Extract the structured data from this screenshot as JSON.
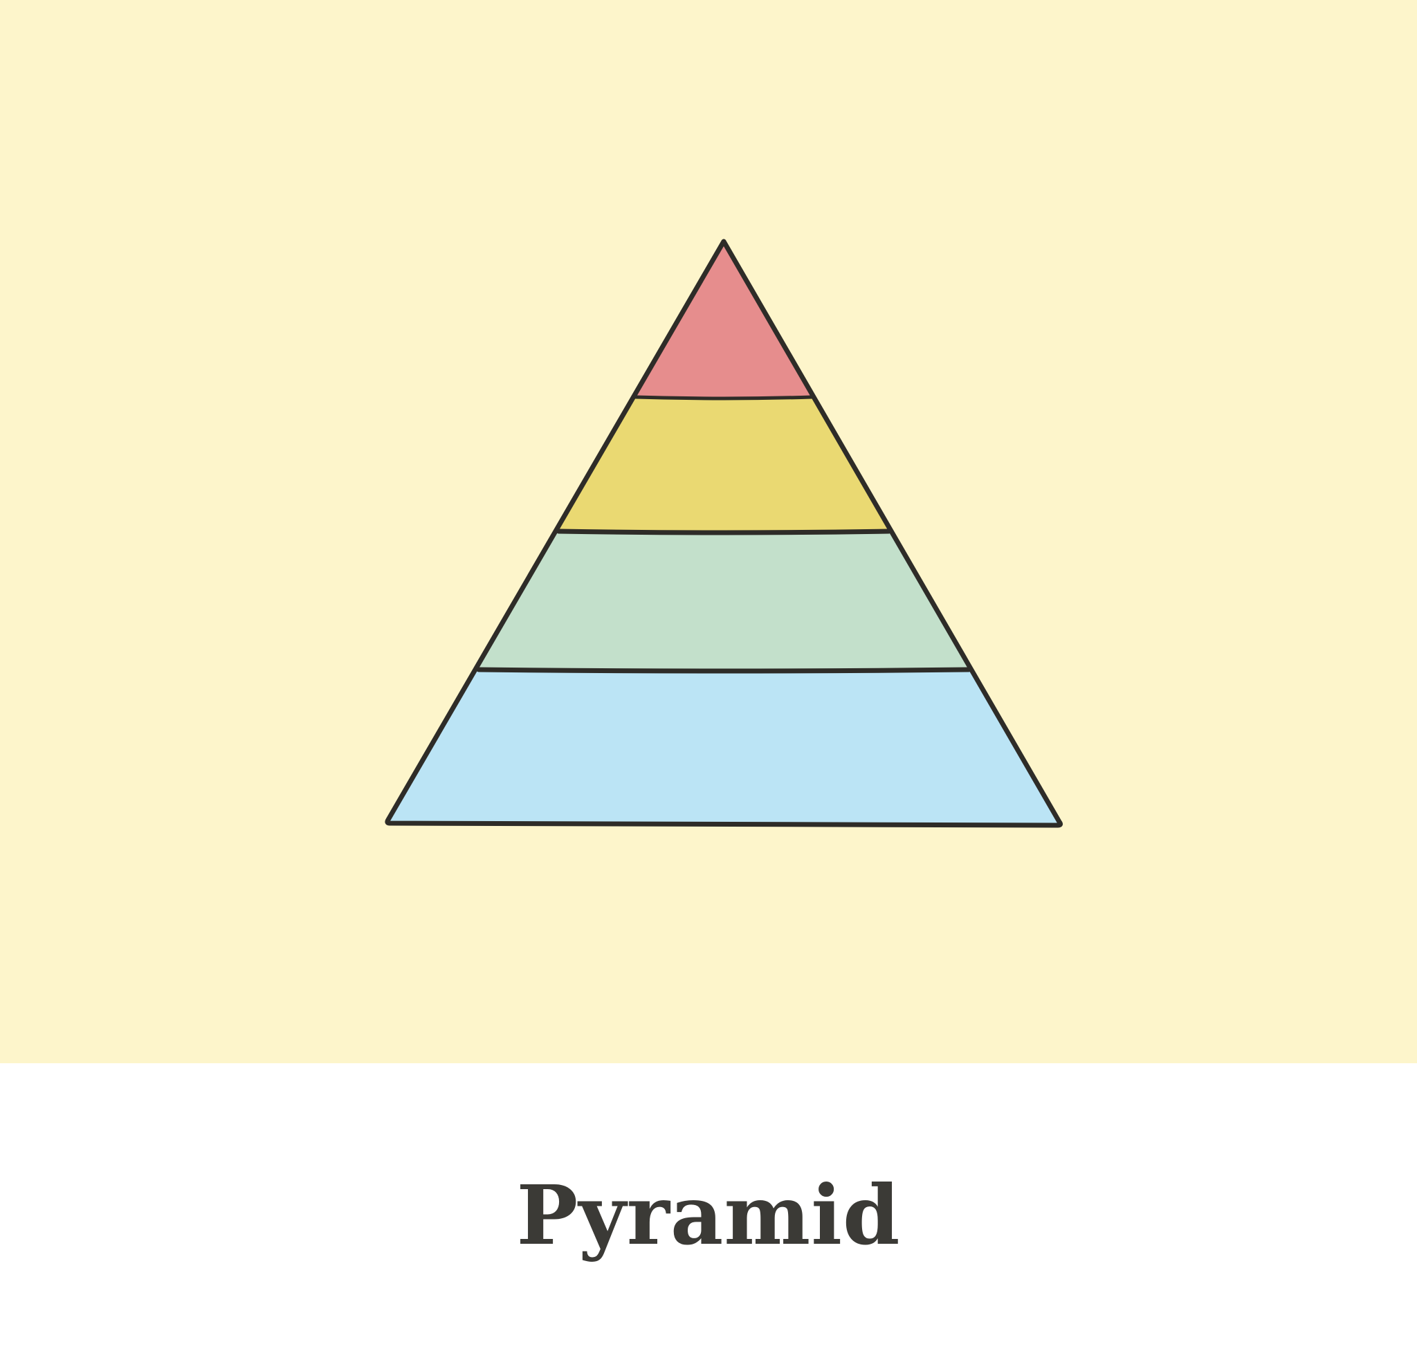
{
  "caption": {
    "title": "Pyramid"
  },
  "colors": {
    "background": "#fdf5cb",
    "outline": "#2e2c28",
    "caption_text": "#3b3a36",
    "tiers": [
      "#e68d8d",
      "#ead972",
      "#c3e0cb",
      "#bbe4f5"
    ]
  },
  "diagram": {
    "type": "pyramid",
    "tier_count": 4,
    "tier_order": "top-to-bottom",
    "tiers": [
      {
        "color_name": "red"
      },
      {
        "color_name": "yellow"
      },
      {
        "color_name": "green"
      },
      {
        "color_name": "blue"
      }
    ]
  }
}
